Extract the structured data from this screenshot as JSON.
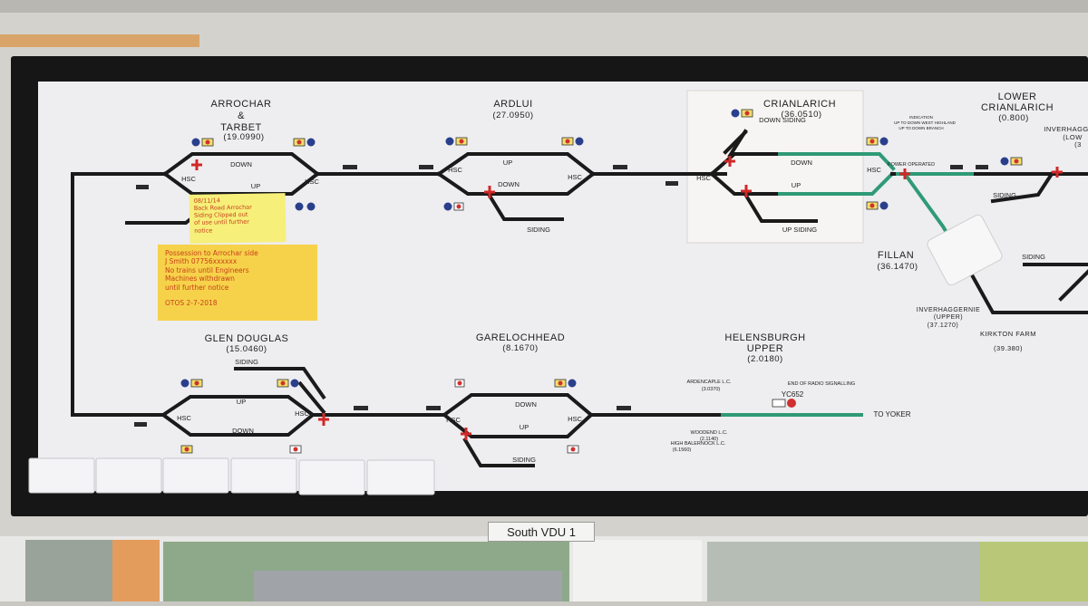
{
  "panel": {
    "vdu_label": "South VDU 1"
  },
  "stations": {
    "arrochar_line1": "ARROCHAR",
    "arrochar_line2": "&",
    "arrochar_line3": "TARBET",
    "arrochar_mileage": "(19.0990)",
    "ardlui_name": "ARDLUI",
    "ardlui_mileage": "(27.0950)",
    "crianlarich_name": "CRIANLARICH",
    "crianlarich_mileage": "(36.0510)",
    "lower_crianlarich_line1": "LOWER",
    "lower_crianlarich_line2": "CRIANLARICH",
    "lower_crianlarich_mileage": "(0.800)",
    "fillan_name": "FILLAN",
    "fillan_mileage": "(36.1470)",
    "glen_douglas_name": "GLEN DOUGLAS",
    "glen_douglas_mileage": "(15.0460)",
    "garelochhead_name": "GARELOCHHEAD",
    "garelochhead_mileage": "(8.1670)",
    "helensburgh_line1": "HELENSBURGH",
    "helensburgh_line2": "UPPER",
    "helensburgh_mileage": "(2.0180)",
    "inverhaggernie_line1": "INVERHAGGERNIE",
    "inverhaggernie_line2": "(UPPER)",
    "inverhaggernie_mileage": "(37.1270)",
    "kirkton_name": "KIRKTON FARM",
    "kirkton_mileage": "(39.380)",
    "inverhaggernie_lower_line1": "INVERHAGG",
    "inverhaggernie_lower_line2": "(LOW",
    "inverhaggernie_lower_mileage": "(3"
  },
  "track_labels": {
    "down": "DOWN",
    "up": "UP",
    "hsc": "HSC",
    "siding": "SIDING",
    "down_siding": "DOWN SIDING",
    "up_siding": "UP SIDING",
    "power_operated": "POWER OPERATED",
    "to_yoker": "TO YOKER",
    "end_radio": "END OF RADIO SIGNALLING",
    "yc652": "YC652",
    "ardencaple": "ARDENCAPLE L.C.",
    "ardencaple_mileage": "(3.0370)",
    "woodend": "WOODEND L.C.",
    "woodend_mileage": "(2.1140)",
    "high_balernock": "HIGH BALERNOCK L.C.",
    "high_balernock_mileage": "(6.1560)",
    "indication_line1": "INDICATION",
    "indication_line2": "UP TO DOWN WEST HIGHLAND",
    "indication_line3": "UP TO DOWN BRANCH"
  },
  "notes": {
    "note1_lines": [
      "08/11/14",
      "Back Road Arrochar",
      "Siding Clipped out",
      "of use until further",
      "notice"
    ],
    "note2_lines": [
      "Possession to Arrochar side",
      "J Smith 07756xxxxxx",
      "No trains until Engineers",
      "Machines withdrawn",
      "until further notice"
    ],
    "note2_signed": "OTOS 2-7-2018"
  },
  "colors": {
    "board": "#eeedf0",
    "bezel": "#161616",
    "track": "#1a1a1a",
    "route_set": "#2f9a76",
    "points_red": "#d02828",
    "signal_blue": "#2a3f8c",
    "signal_red": "#d03030",
    "sticky_yellow": "#f6ef7a",
    "sticky_orange": "#f6d24a"
  }
}
